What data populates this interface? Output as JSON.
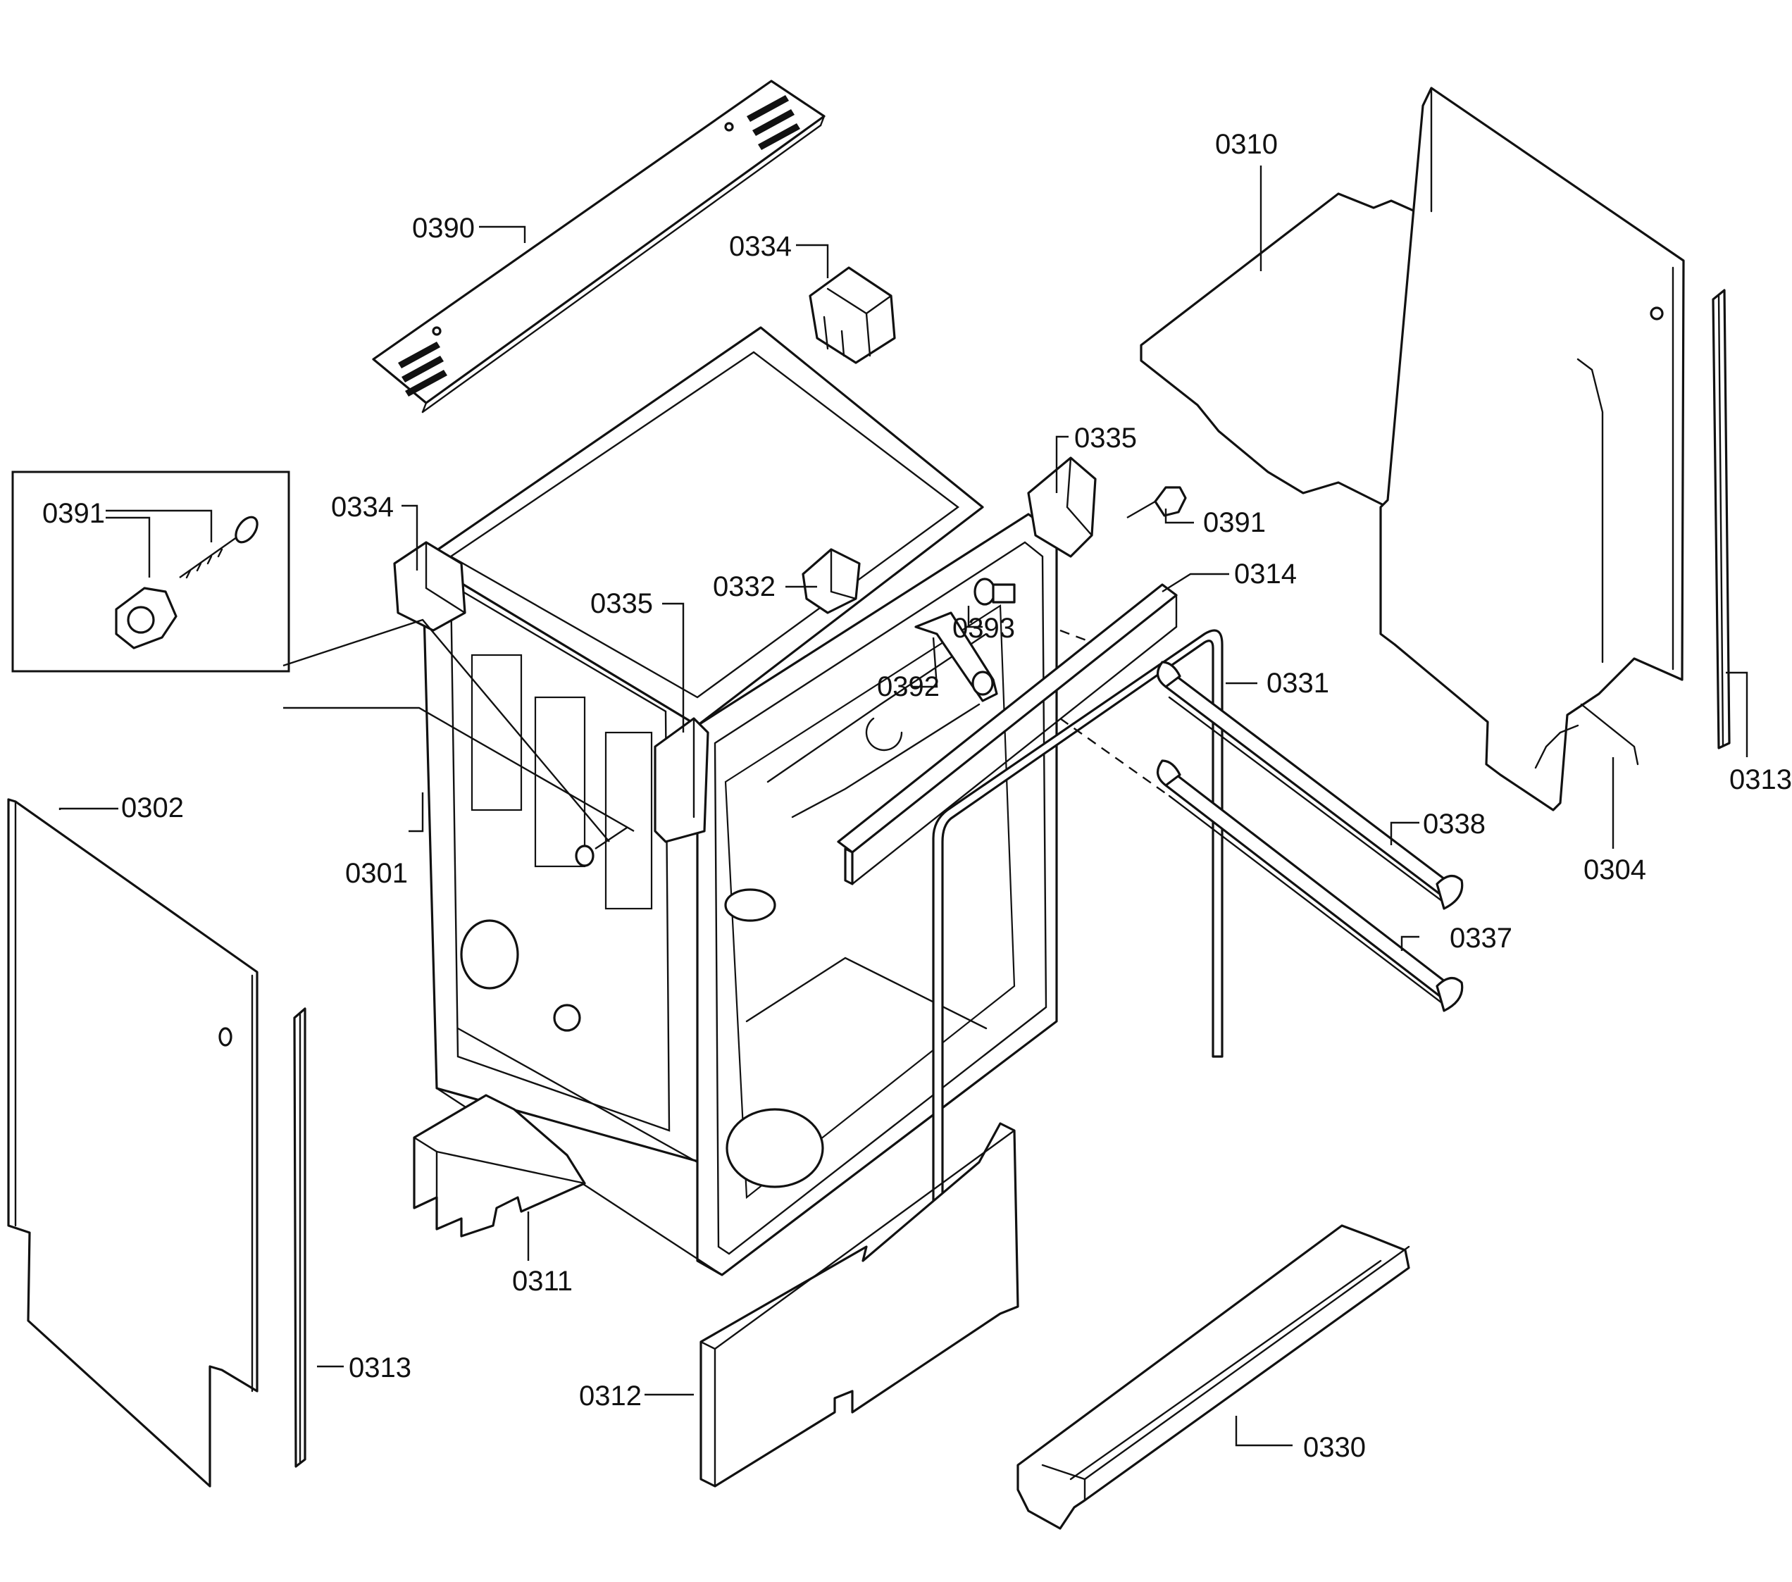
{
  "diagram": {
    "labels": {
      "p0390": "0390",
      "p0334_top": "0334",
      "p0310": "0310",
      "p0391_inset": "0391",
      "p0334_left": "0334",
      "p0335_top": "0335",
      "p0391_right": "0391",
      "p0332": "0332",
      "p0335_mid": "0335",
      "p0314": "0314",
      "p0393": "0393",
      "p0392": "0392",
      "p0331": "0331",
      "p0313_right": "0313",
      "p0302": "0302",
      "p0301": "0301",
      "p0338": "0338",
      "p0304": "0304",
      "p0337": "0337",
      "p0311": "0311",
      "p0313_left": "0313",
      "p0312": "0312",
      "p0330": "0330"
    }
  }
}
